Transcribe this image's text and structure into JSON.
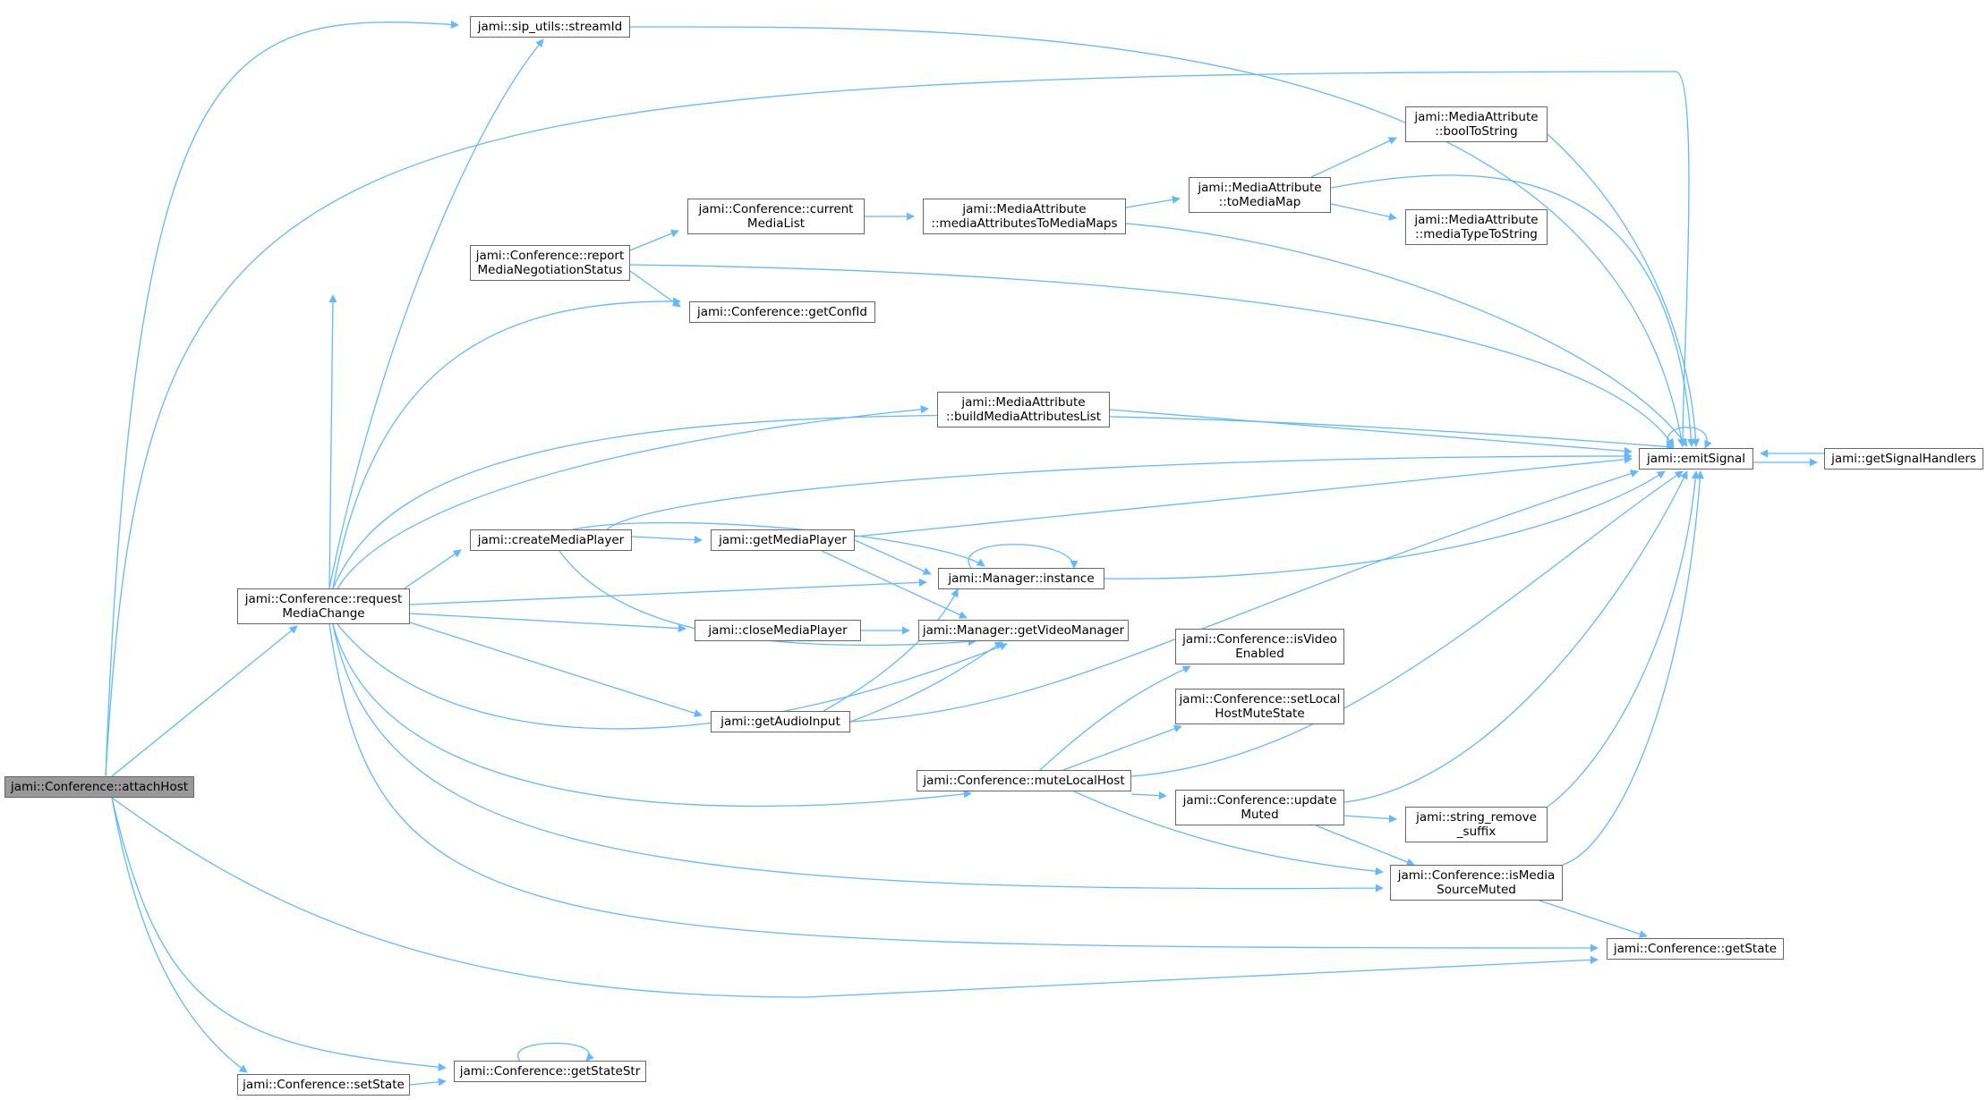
{
  "edge_color": "#63b8ff",
  "node_border_color": "#666666",
  "root_fill_color": "#999999",
  "nodes": {
    "attachHost": {
      "lines": [
        "jami::Conference::attachHost"
      ]
    },
    "streamId": {
      "lines": [
        "jami::sip_utils::streamId"
      ]
    },
    "requestMediaChange": {
      "lines": [
        "jami::Conference::request",
        "MediaChange"
      ]
    },
    "setState": {
      "lines": [
        "jami::Conference::setState"
      ]
    },
    "getStateStr": {
      "lines": [
        "jami::Conference::getStateStr"
      ]
    },
    "reportMedia": {
      "lines": [
        "jami::Conference::report",
        "MediaNegotiationStatus"
      ]
    },
    "currentMediaList": {
      "lines": [
        "jami::Conference::current",
        "MediaList"
      ]
    },
    "getConfId": {
      "lines": [
        "jami::Conference::getConfId"
      ]
    },
    "mediaAttrsToMaps": {
      "lines": [
        "jami::MediaAttribute",
        "::mediaAttributesToMediaMaps"
      ]
    },
    "toMediaMap": {
      "lines": [
        "jami::MediaAttribute",
        "::toMediaMap"
      ]
    },
    "boolToString": {
      "lines": [
        "jami::MediaAttribute",
        "::boolToString"
      ]
    },
    "mediaTypeToString": {
      "lines": [
        "jami::MediaAttribute",
        "::mediaTypeToString"
      ]
    },
    "buildMediaAttrs": {
      "lines": [
        "jami::MediaAttribute",
        "::buildMediaAttributesList"
      ]
    },
    "emitSignal": {
      "lines": [
        "jami::emitSignal"
      ]
    },
    "getSignalHandlers": {
      "lines": [
        "jami::getSignalHandlers"
      ]
    },
    "createMediaPlayer": {
      "lines": [
        "jami::createMediaPlayer"
      ]
    },
    "getMediaPlayer": {
      "lines": [
        "jami::getMediaPlayer"
      ]
    },
    "managerInstance": {
      "lines": [
        "jami::Manager::instance"
      ]
    },
    "closeMediaPlayer": {
      "lines": [
        "jami::closeMediaPlayer"
      ]
    },
    "getVideoManager": {
      "lines": [
        "jami::Manager::getVideoManager"
      ]
    },
    "getAudioInput": {
      "lines": [
        "jami::getAudioInput"
      ]
    },
    "isVideoEnabled": {
      "lines": [
        "jami::Conference::isVideo",
        "Enabled"
      ]
    },
    "setLocalHostMute": {
      "lines": [
        "jami::Conference::setLocal",
        "HostMuteState"
      ]
    },
    "muteLocalHost": {
      "lines": [
        "jami::Conference::muteLocalHost"
      ]
    },
    "updateMuted": {
      "lines": [
        "jami::Conference::update",
        "Muted"
      ]
    },
    "stringRemoveSuffix": {
      "lines": [
        "jami::string_remove",
        "_suffix"
      ]
    },
    "isMediaSourceMuted": {
      "lines": [
        "jami::Conference::isMedia",
        "SourceMuted"
      ]
    },
    "getState": {
      "lines": [
        "jami::Conference::getState"
      ]
    }
  }
}
